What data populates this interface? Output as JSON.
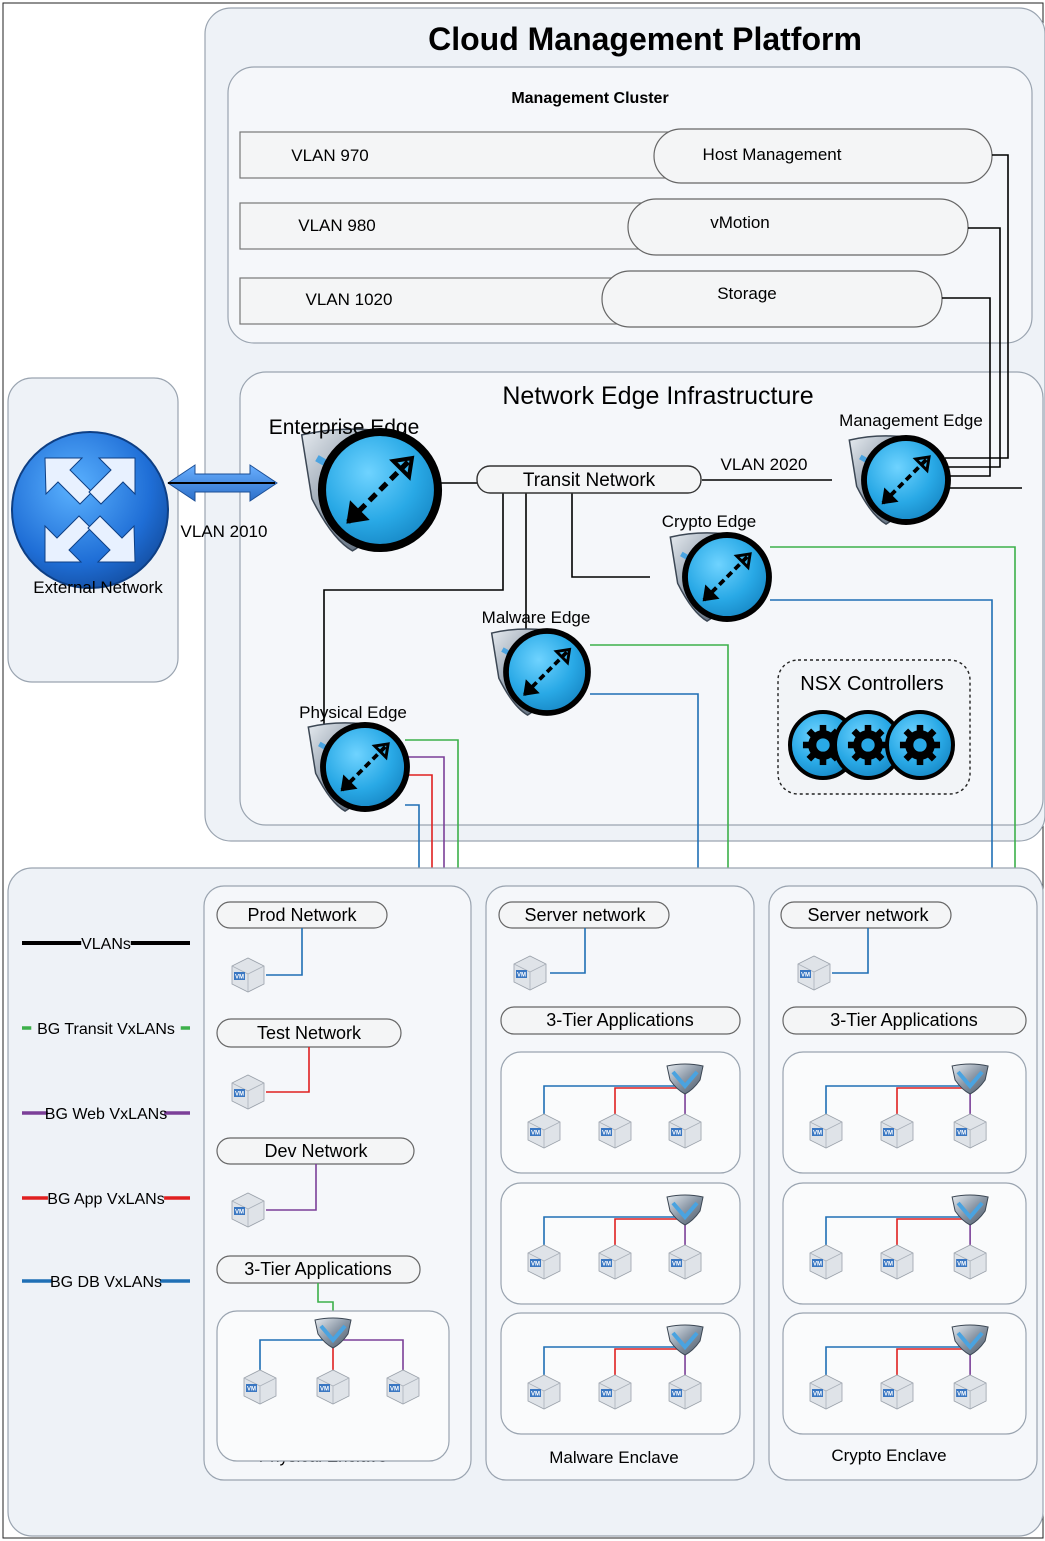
{
  "title": "Cloud Management Platform",
  "management_cluster": {
    "title": "Management Cluster",
    "rows": [
      {
        "vlan": "VLAN 970",
        "service": "Host Management"
      },
      {
        "vlan": "VLAN 980",
        "service": "vMotion"
      },
      {
        "vlan": "VLAN 1020",
        "service": "Storage"
      }
    ]
  },
  "edge_infra": {
    "title": "Network Edge Infrastructure",
    "enterprise_edge": "Enterprise Edge",
    "management_edge": "Management Edge",
    "crypto_edge": "Crypto Edge",
    "malware_edge": "Malware Edge",
    "physical_edge": "Physical Edge",
    "transit_network": "Transit Network",
    "vlan_2020": "VLAN 2020",
    "vlan_2010": "VLAN 2010",
    "nsx_controllers": "NSX Controllers"
  },
  "external_network": "External Network",
  "vm_label": "VM",
  "legend": [
    {
      "label": "VLANs",
      "color": "#000000"
    },
    {
      "label": "BG Transit VxLANs",
      "color": "#3cb04a"
    },
    {
      "label": "BG Web VxLANs",
      "color": "#7b3f98"
    },
    {
      "label": "BG App VxLANs",
      "color": "#e02020"
    },
    {
      "label": "BG DB VxLANs",
      "color": "#1f6fb5"
    }
  ],
  "enclaves": {
    "physical": {
      "name": "Physical Enclave",
      "networks": [
        "Prod Network",
        "Test Network",
        "Dev Network",
        "3-Tier Applications"
      ]
    },
    "malware": {
      "name": "Malware Enclave",
      "server_network": "Server network",
      "apps": "3-Tier Applications"
    },
    "crypto": {
      "name": "Crypto Enclave",
      "server_network": "Server network",
      "apps": "3-Tier Applications"
    }
  }
}
